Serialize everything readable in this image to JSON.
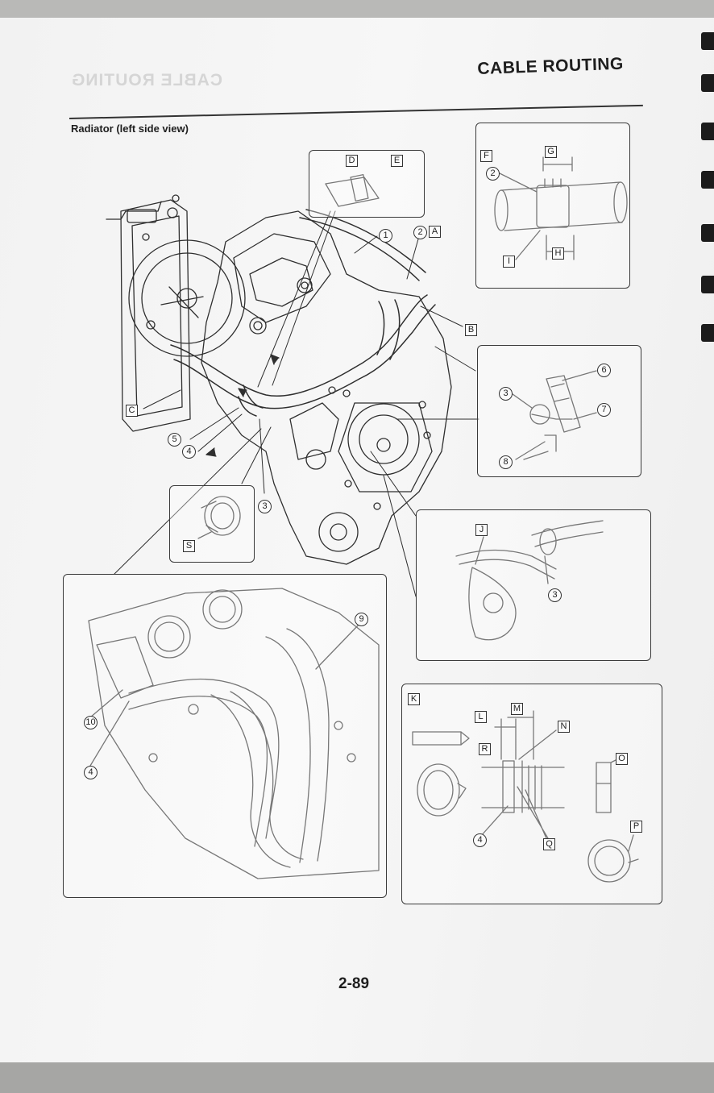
{
  "header": {
    "section_title": "CABLE ROUTING",
    "mirrored_title": "CABLE ROUTING",
    "subtitle": "Radiator (left side view)"
  },
  "footer": {
    "page_number": "2-89"
  },
  "callouts": {
    "c1": "1",
    "c2": "2",
    "c3": "3",
    "c4": "4",
    "c5": "5",
    "c6": "6",
    "c7": "7",
    "c8": "8",
    "c9": "9",
    "c10": "10"
  },
  "tags": {
    "A": "A",
    "B": "B",
    "C": "C",
    "D": "D",
    "E": "E",
    "F": "F",
    "G": "G",
    "H": "H",
    "I": "I",
    "J": "J",
    "K": "K",
    "L": "L",
    "M": "M",
    "N": "N",
    "O": "O",
    "P": "P",
    "Q": "Q",
    "R": "R",
    "S": "S"
  },
  "colors": {
    "ink": "#2a2a2a",
    "paper": "#f4f4f4",
    "background": "#8d8d8b"
  }
}
